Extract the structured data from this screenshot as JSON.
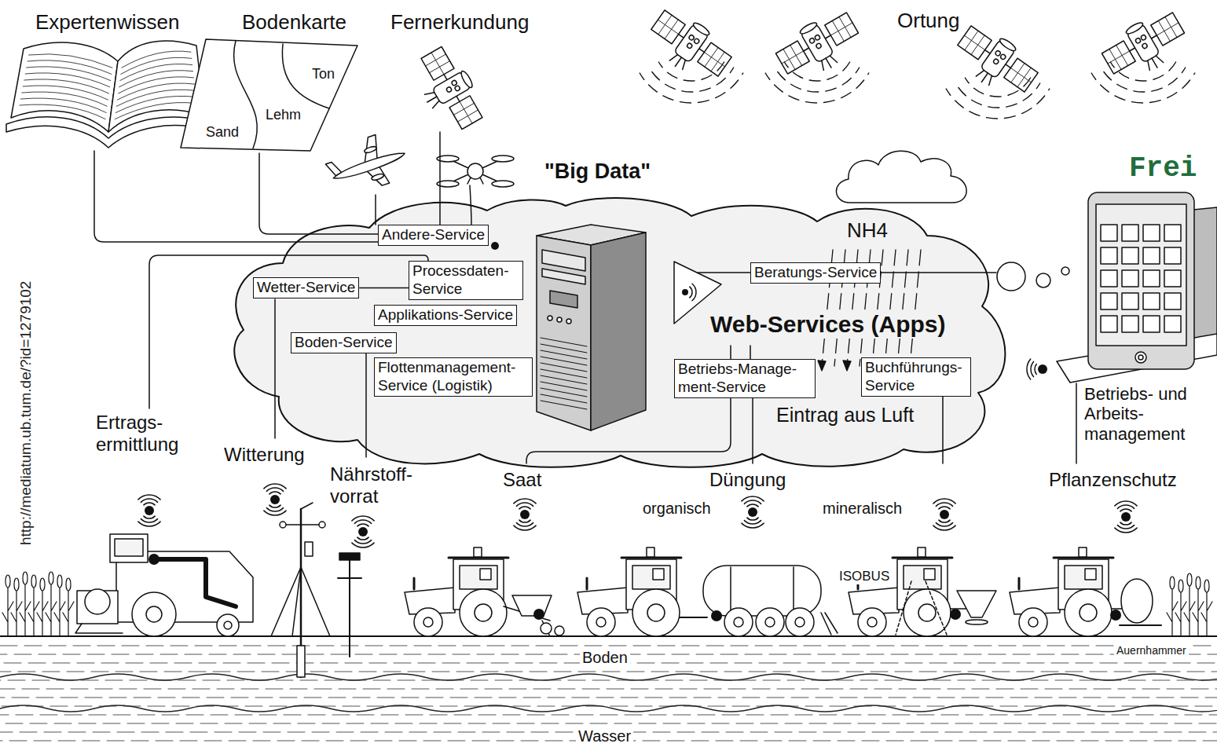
{
  "diagram": {
    "nodes": [
      {
        "text": [
          "\"Big Data\"",
          "Web-Services (Apps)"
        ]
      },
      {
        "text": [
          "Andere-Service"
        ],
        "in": 0
      },
      {
        "text": [
          "Processdaten- Service"
        ],
        "in": 0
      },
      {
        "text": [
          "Wetter-Service"
        ],
        "in": 0
      },
      {
        "text": [
          "Applikations-Service"
        ],
        "in": 0
      },
      {
        "text": [
          "Boden-Service"
        ],
        "in": 0
      },
      {
        "text": [
          "Flottenmanagement- Service (Logistik)"
        ],
        "in": 0
      },
      {
        "text": [
          "Beratungs-Service"
        ],
        "in": 0
      },
      {
        "text": [
          "Betriebs-Manage- ment-Service"
        ],
        "in": 0
      },
      {
        "text": [
          "Buchführungs- Service"
        ],
        "in": 0
      }
    ],
    "edges": [
      {
        "from": 3,
        "to": 2,
        "arrow": "none"
      }
    ],
    "labels": [
      "Expertenwissen",
      "Bodenkarte",
      "Fernerkundung",
      "Ortung",
      "Ton",
      "Lehm",
      "Sand",
      "NH4",
      "Frei",
      "Eintrag aus Luft",
      "Betriebs- und Arbeits- management",
      "http://mediatum.ub.tum.de/?id=1279102",
      "Ertrags- ermittlung",
      "Witterung",
      "Nährstoff- vorrat",
      "Saat",
      "Düngung",
      "organisch",
      "mineralisch",
      "Pflanzenschutz",
      "ISOBUS",
      "Boden",
      "Auernhammer",
      "Wasser"
    ]
  }
}
